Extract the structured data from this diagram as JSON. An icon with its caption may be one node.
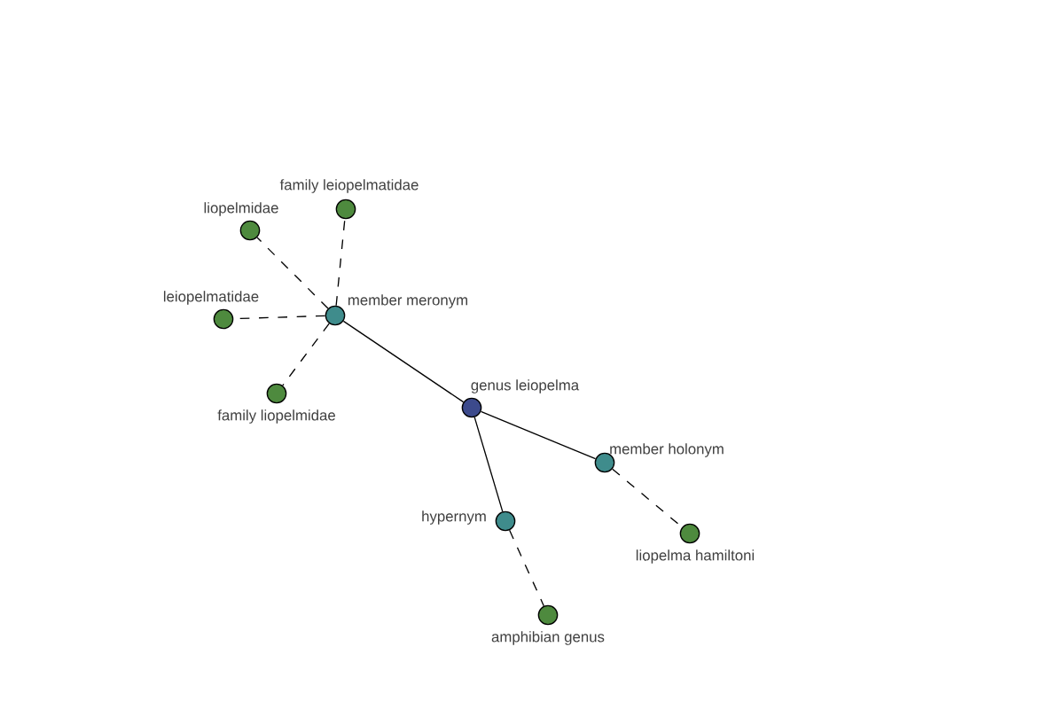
{
  "diagram": {
    "nodes": [
      {
        "text": [
          "family leiopelmatidae"
        ]
      },
      {
        "text": [
          "liopelmidae"
        ]
      },
      {
        "text": [
          "member meronym"
        ]
      },
      {
        "text": [
          "leiopelmatidae"
        ]
      },
      {
        "text": [
          "family liopelmidae"
        ]
      },
      {
        "text": [
          "genus leiopelma"
        ]
      },
      {
        "text": [
          "member holonym"
        ]
      },
      {
        "text": [
          "hypernym"
        ]
      },
      {
        "text": [
          "liopelma hamiltoni"
        ]
      },
      {
        "text": [
          "amphibian genus"
        ]
      }
    ],
    "edges": [
      {
        "from": 2,
        "to": 0,
        "arrow": "none",
        "style": "dashed"
      },
      {
        "from": 2,
        "to": 1,
        "arrow": "none",
        "style": "dashed"
      },
      {
        "from": 2,
        "to": 3,
        "arrow": "none",
        "style": "dashed"
      },
      {
        "from": 2,
        "to": 4,
        "arrow": "none",
        "style": "dashed"
      },
      {
        "from": 5,
        "to": 2,
        "arrow": "none"
      },
      {
        "from": 5,
        "to": 6,
        "arrow": "none"
      },
      {
        "from": 5,
        "to": 7,
        "arrow": "none"
      },
      {
        "from": 6,
        "to": 8,
        "arrow": "none",
        "style": "dashed"
      },
      {
        "from": 7,
        "to": 9,
        "arrow": "none",
        "style": "dashed"
      }
    ]
  }
}
